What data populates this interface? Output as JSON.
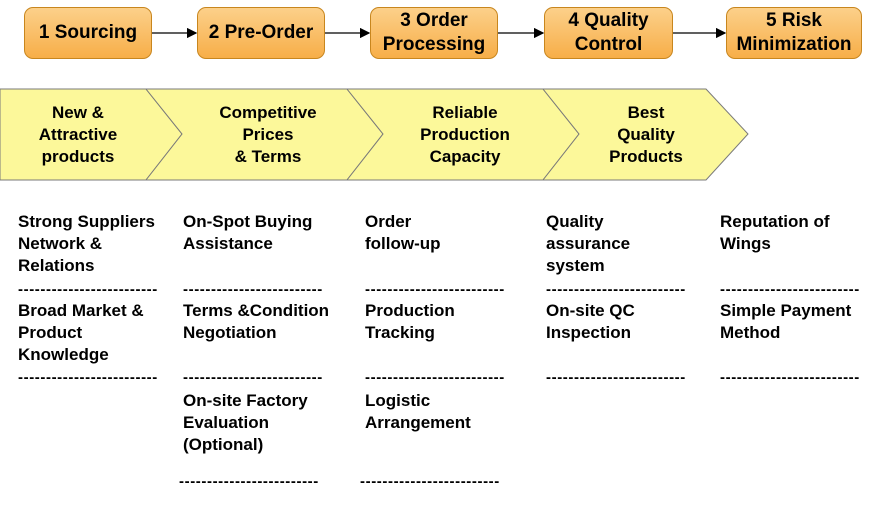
{
  "stages": [
    {
      "label": "1 Sourcing"
    },
    {
      "label": "2 Pre-Order"
    },
    {
      "label": "3 Order\nProcessing"
    },
    {
      "label": "4 Quality\nControl"
    },
    {
      "label": "5 Risk\nMinimization"
    }
  ],
  "benefits": [
    {
      "label": "New &\nAttractive\nproducts"
    },
    {
      "label": "Competitive\nPrices\n& Terms"
    },
    {
      "label": "Reliable\nProduction\nCapacity"
    },
    {
      "label": "Best\nQuality\nProducts"
    }
  ],
  "columns": [
    {
      "items": [
        "Strong Suppliers\nNetwork &\nRelations",
        "Broad Market &\nProduct\nKnowledge"
      ]
    },
    {
      "items": [
        "On-Spot Buying\nAssistance",
        "Terms &Condition\nNegotiation",
        "On-site Factory\nEvaluation\n(Optional)"
      ]
    },
    {
      "items": [
        "Order\nfollow-up",
        "Production\nTracking",
        "Logistic\nArrangement"
      ]
    },
    {
      "items": [
        "Quality\nassurance\nsystem",
        "On-site QC\nInspection"
      ]
    },
    {
      "items": [
        "Reputation of\nWings",
        "Simple Payment\n Method"
      ]
    }
  ],
  "separator": "-------------------------",
  "colors": {
    "stage_fill": "#f9bf6a",
    "stage_border": "#c8861e",
    "chevron_fill": "#fcf89a",
    "chevron_border": "#7a7a7a"
  }
}
